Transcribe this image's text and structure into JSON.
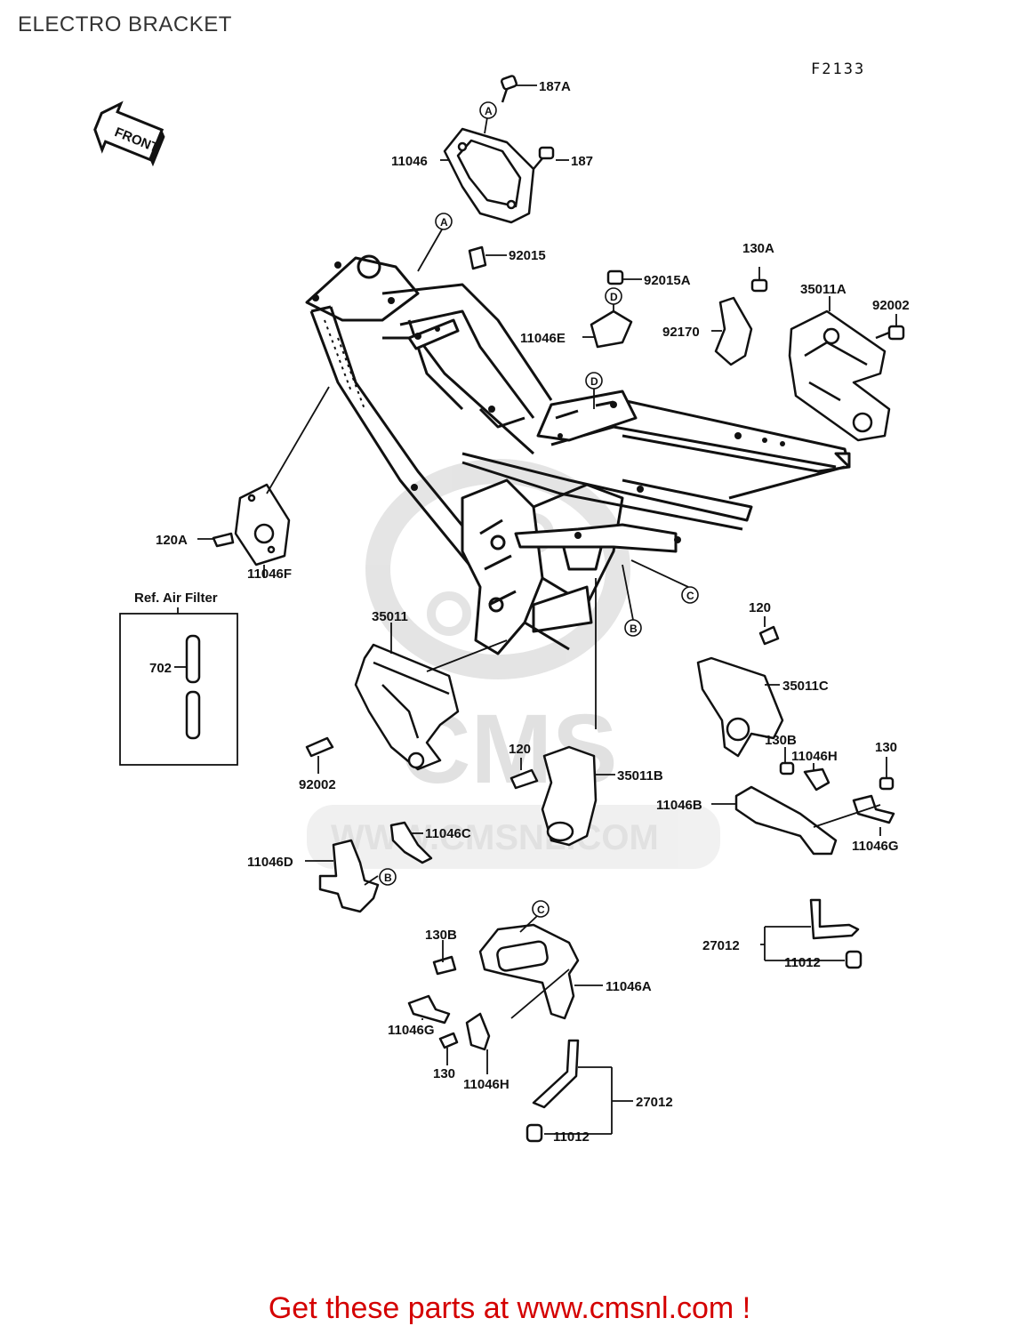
{
  "page": {
    "title": "ELECTRO BRACKET",
    "diagram_code": "F2133",
    "footer": "Get these parts at www.cmsnl.com !"
  },
  "front_sign": "FRONT",
  "watermark": {
    "logo_text": "CMS",
    "url": "WWW.CMSNL.COM"
  },
  "ref_box": {
    "title": "Ref. Air Filter",
    "part": "702"
  },
  "markers": [
    "A",
    "A",
    "D",
    "D",
    "C",
    "B",
    "B",
    "C"
  ],
  "parts": [
    "187A",
    "11046",
    "187",
    "92015",
    "92015A",
    "11046E",
    "130A",
    "92170",
    "35011A",
    "92002",
    "120A",
    "11046F",
    "35011",
    "92002",
    "120",
    "35011C",
    "120",
    "35011B",
    "130B",
    "11046H",
    "130",
    "11046B",
    "11046G",
    "11046C",
    "11046D",
    "27012",
    "11012",
    "130B",
    "11046A",
    "11046G",
    "130",
    "11046H",
    "27012",
    "11012"
  ]
}
